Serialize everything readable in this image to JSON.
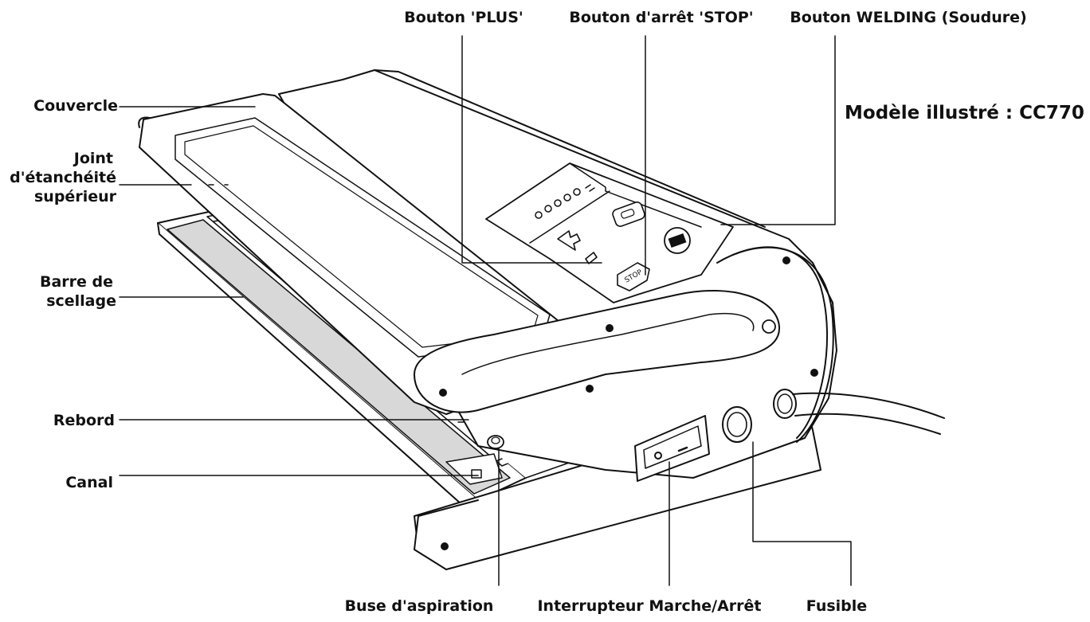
{
  "labels": {
    "plus_button": "Bouton 'PLUS'",
    "stop_button": "Bouton d'arrêt 'STOP'",
    "welding_button": "Bouton WELDING (Soudure)",
    "model": "Modèle illustré : CC770",
    "lid": "Couvercle",
    "upper_seal_1": "Joint",
    "upper_seal_2": "d'étanchéité",
    "upper_seal_3": "supérieur",
    "sealing_bar_1": "Barre de",
    "sealing_bar_2": "scellage",
    "rim": "Rebord",
    "channel": "Canal",
    "suction_nozzle": "Buse d'aspiration",
    "power_switch": "Interrupteur Marche/Arrêt",
    "fuse": "Fusible"
  },
  "colors": {
    "line": "#111111",
    "device_fill": "#ffffff",
    "sealing_strip": "#d8d8d8"
  }
}
